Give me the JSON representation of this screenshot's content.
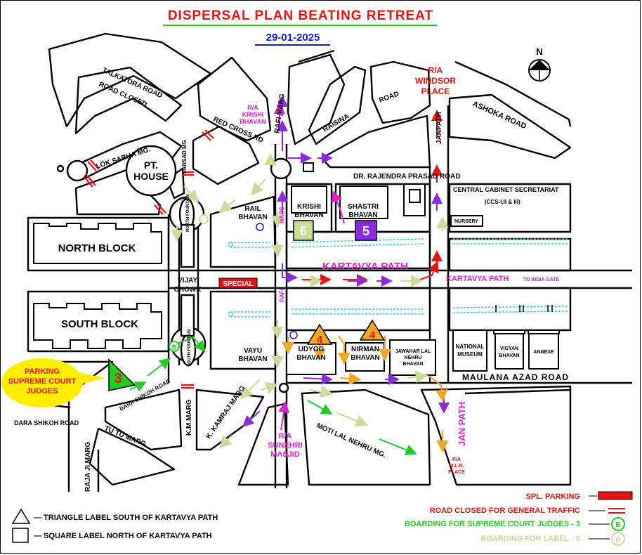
{
  "header": {
    "title": "DISPERSAL PLAN BEATING RETREAT",
    "date": "29-01-2025"
  },
  "compass": {
    "label": "N"
  },
  "roads": {
    "talkatora": "TALKATORA ROAD",
    "road_closed": "ROAD CLOSED",
    "lok_sabha": "LOK SABHA MG.",
    "red_cross": "RED CROSS RD",
    "rafi_marg_top": "RAFI MARG",
    "raisina": "RAISINA",
    "road": "ROAD",
    "ashoka": "ASHOKA ROAD",
    "janpath": "JANPATH",
    "rajendra": "DR. RAJENDRA PRASAD ROAD",
    "sansad": "SANSAD MG",
    "marg": "MARG",
    "rafi": "RAFI",
    "kartavya_main": "KARTAVYA PATH",
    "kartavya_right": "KARTAVYA PATH",
    "to_india_gate": "TO INDIA GATE",
    "maulana": "MAULANA AZAD ROAD",
    "jan_path_bottom": "JAN PATH",
    "dara_shikoh_diag": "DARA SHIKOH ROAD",
    "dara_shikoh_left": "DARA SHIKOH ROAD",
    "tu_tu": "TU TU MARG",
    "raja_ji": "RAJA JI MARG",
    "km_marg": "K.M.MARG",
    "kamraj": "K. KAMRAJ MARG",
    "motilal": "MOTI LAL NEHRU MG."
  },
  "roundabouts": {
    "windsor": [
      "R/A",
      "WINDSOR",
      "PLACE"
    ],
    "krishi": [
      "R/A",
      "KRISHI",
      "BHAVAN"
    ],
    "sunehri": [
      "R/A",
      "SUNEHRI",
      "MASJID"
    ],
    "mln": [
      "R/A",
      "M.L.N.",
      "PLACE"
    ]
  },
  "places": {
    "pt_house": [
      "PT.",
      "HOUSE"
    ],
    "north_block": "NORTH BLOCK",
    "south_block": "SOUTH BLOCK",
    "rail_bhavan": [
      "RAIL",
      "BHAVAN"
    ],
    "krishi_bhavan": [
      "KRISHI",
      "BHAVAN"
    ],
    "shastri_bhavan": [
      "SHASTRI",
      "BHAVAN"
    ],
    "vijay_chowk": [
      "VIJAY",
      "CHOWK"
    ],
    "vayu_bhavan": [
      "VAYU",
      "BHAVAN"
    ],
    "udyog_bhavan": [
      "UDYOG",
      "BHAVAN"
    ],
    "nirman_bhavan": [
      "NIRMAN",
      "BHAVAN"
    ],
    "jawahar_bhavan": [
      "JAWAHAR LAL",
      "NEHRU",
      "BHAVAN"
    ],
    "national_museum": [
      "NATIONAL",
      "MUSEUM"
    ],
    "vigyan_bhavan": [
      "VIGYAN",
      "BHAVAN"
    ],
    "annexe": "ANNEXE",
    "cabinet_sec_1": "CENTRAL CABINET SECRETARIAT",
    "cabinet_sec_2": "(CCS-I,II & III)",
    "nursery": "NURSERY",
    "north_fountain": "NORTH FOUNTAIN",
    "south_fountain": "SOUTH FOUNTAIN",
    "special": "SPECIAL"
  },
  "parking_callout": [
    "PARKING",
    "SUPREME COURT",
    "JUDGES"
  ],
  "labels": {
    "six": "6",
    "five": "5",
    "four_a": "4",
    "four_b": "4",
    "three": "3",
    "boarding_b": "B"
  },
  "legend": {
    "triangle": "— TRIANGLE LABEL SOUTH OF KARTAVYA PATH",
    "square": "— SQUARE LABEL NORTH OF KARTAVYA PATH",
    "spl_parking": "SPL. PARKING",
    "road_closed": "ROAD CLOSED  FOR GENERAL TRAFFIC",
    "boarding_sc": "BOARDING FOR SUPREME COURT JUDGES - 3",
    "boarding_l6": "BOARDING FOR LABEL - 6",
    "b": "B"
  },
  "colors": {
    "red": "#ee1111",
    "blue": "#1a1acc",
    "magenta": "#e020d0",
    "purple": "#8a2be2",
    "green": "#22cc22",
    "lightgreen": "#c9dc9a",
    "orange": "#f5a623",
    "yellow": "#ffee00",
    "cyan": "#33ccdd"
  }
}
